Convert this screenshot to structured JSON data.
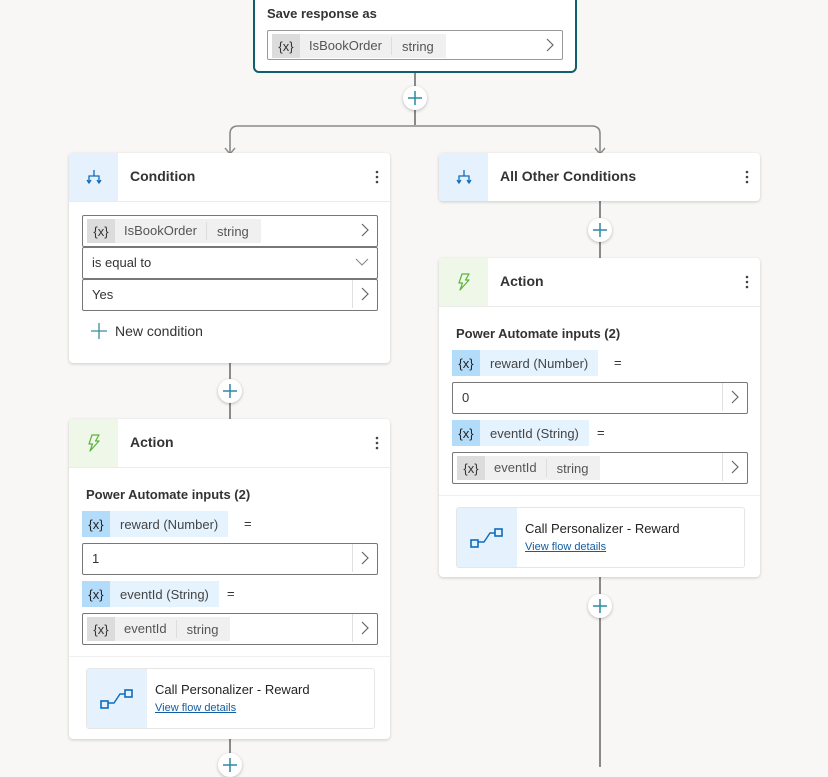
{
  "save_node": {
    "label": "Save response as",
    "variable": {
      "icon": "{x}",
      "name": "IsBookOrder",
      "type": "string"
    }
  },
  "condition": {
    "title": "Condition",
    "icon": "branch-icon",
    "variable": {
      "icon": "{x}",
      "name": "IsBookOrder",
      "type": "string"
    },
    "operator": "is equal to",
    "value": "Yes",
    "new_condition": "New condition"
  },
  "other": {
    "title": "All Other Conditions",
    "icon": "branch-icon"
  },
  "action_left": {
    "title": "Action",
    "icon": "lightning-icon",
    "inputs_label": "Power Automate inputs (2)",
    "inputs": [
      {
        "icon": "{x}",
        "label": "reward (Number)",
        "eq": "=",
        "value": "1"
      },
      {
        "icon": "{x}",
        "label": "eventId (String)",
        "eq": "=",
        "var": {
          "icon": "{x}",
          "name": "eventId",
          "type": "string"
        }
      }
    ],
    "flow": {
      "name": "Call Personalizer - Reward",
      "link": "View flow details"
    }
  },
  "action_right": {
    "title": "Action",
    "icon": "lightning-icon",
    "inputs_label": "Power Automate inputs (2)",
    "inputs": [
      {
        "icon": "{x}",
        "label": "reward (Number)",
        "eq": "=",
        "value": "0"
      },
      {
        "icon": "{x}",
        "label": "eventId (String)",
        "eq": "=",
        "var": {
          "icon": "{x}",
          "name": "eventId",
          "type": "string"
        }
      }
    ],
    "flow": {
      "name": "Call Personalizer - Reward",
      "link": "View flow details"
    }
  },
  "colors": {
    "accent": "#0f5f6e",
    "condition_icon_bg": "#e5f2fd",
    "action_icon_bg": "#eef7e8",
    "plus": "#2b8aa0"
  }
}
